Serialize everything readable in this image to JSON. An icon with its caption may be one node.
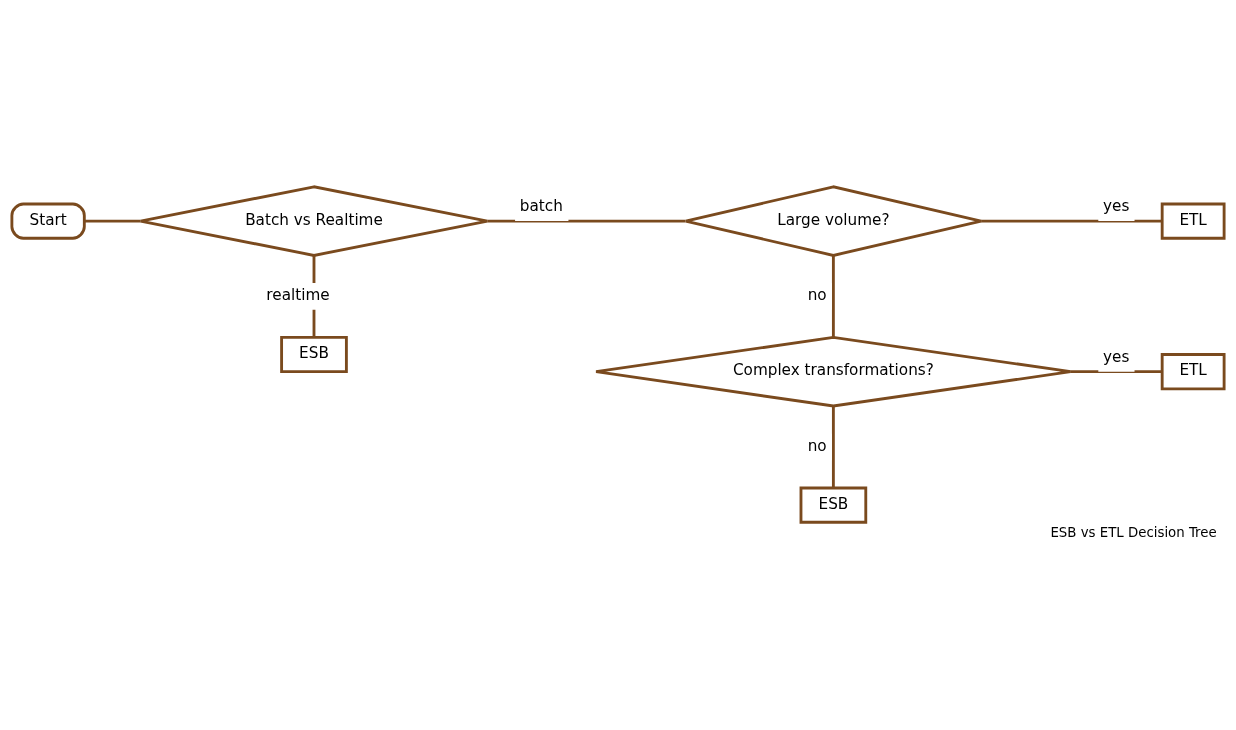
{
  "diagram": {
    "caption": "ESB vs ETL Decision Tree",
    "nodes": [
      {
        "text": [
          "Start"
        ]
      },
      {
        "text": [
          "Batch vs Realtime"
        ]
      },
      {
        "text": [
          "Large volume?"
        ]
      },
      {
        "text": [
          "ETL"
        ]
      },
      {
        "text": [
          "ESB"
        ]
      },
      {
        "text": [
          "Complex transformations?"
        ]
      },
      {
        "text": [
          "ETL"
        ]
      },
      {
        "text": [
          "ESB"
        ]
      }
    ],
    "edges": [
      {
        "from": 0,
        "to": 1,
        "arrow": "none"
      },
      {
        "from": 1,
        "to": 2,
        "arrow": "none",
        "label": "batch"
      },
      {
        "from": 2,
        "to": 3,
        "arrow": "none",
        "label": "yes"
      },
      {
        "from": 1,
        "to": 4,
        "arrow": "none",
        "label": "realtime"
      },
      {
        "from": 2,
        "to": 5,
        "arrow": "none",
        "label": "no"
      },
      {
        "from": 5,
        "to": 6,
        "arrow": "none",
        "label": "yes"
      },
      {
        "from": 5,
        "to": 7,
        "arrow": "none",
        "label": "no"
      }
    ]
  }
}
